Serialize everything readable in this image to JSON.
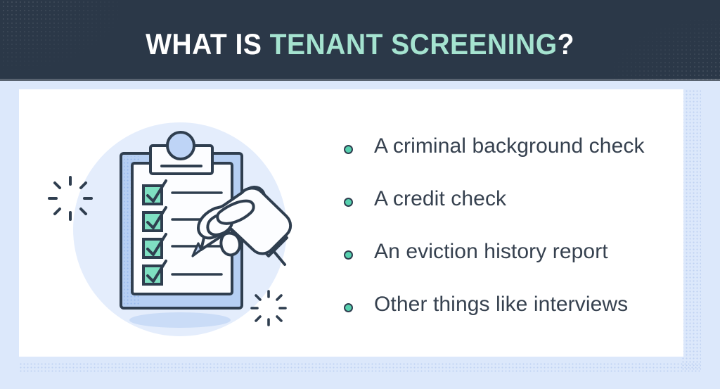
{
  "header": {
    "title_part_white_1": "WHAT IS ",
    "title_part_mint": "TENANT SCREENING",
    "title_part_white_2": "?",
    "full_title": "WHAT IS TENANT SCREENING?",
    "background_color": "#2b3848",
    "white_text_color": "#ffffff",
    "mint_text_color": "#a5e3d0"
  },
  "page": {
    "outer_background_color": "#dce8fb",
    "card_background_color": "#ffffff"
  },
  "illustration": {
    "name": "clipboard-checklist-with-hand-and-pen",
    "circle_background_color": "#e3ecfc",
    "clipboard_board_color": "#aac6f0",
    "paper_color": "#fcfdff",
    "outline_color": "#2f3e4f",
    "checkbox_fill_color": "#7fe0c2",
    "pen_color": "#6fd7b6",
    "checkbox_count": 4,
    "sparkle_count": 2
  },
  "bullets": {
    "dot_color": "#56d0ae",
    "dot_border_color": "#2f3e4f",
    "text_color": "#36414f",
    "items": [
      {
        "label": "A criminal background check"
      },
      {
        "label": "A credit check"
      },
      {
        "label": "An eviction history report"
      },
      {
        "label": "Other things like interviews"
      }
    ]
  }
}
